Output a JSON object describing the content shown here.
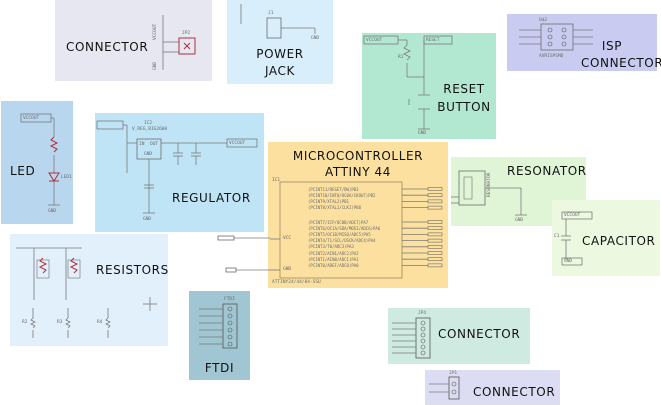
{
  "blocks": {
    "connector_top": {
      "line1": "CONNECTOR",
      "color": "#e6e7f0",
      "designator": "JP2",
      "pins": [
        "VCCOUT",
        "GND"
      ]
    },
    "power_jack": {
      "line1": "POWER",
      "line2": "JACK",
      "color": "#d8eefa",
      "designator": "J1",
      "pin": "GND"
    },
    "isp_connector": {
      "line1": "ISP",
      "line2": "CONNECTOR",
      "color": "#c9ccf0",
      "designator": "U$2",
      "part": "AVRISPSMD"
    },
    "reset_button": {
      "line1": "RESET",
      "line2": "BUTTON",
      "color": "#b2e8d2",
      "net_vcc": "VCCOUT",
      "net_reset": "RESET",
      "designator": "R1",
      "pin": "GND"
    },
    "led": {
      "line1": "LED",
      "color": "#b9d6ef",
      "net": "VCCOUT",
      "designator": "LED1",
      "pin": "GND"
    },
    "regulator": {
      "line1": "REGULATOR",
      "color": "#bfe4f5",
      "designator": "IC2",
      "part": "V_REG_BIG2600",
      "pin_in": "IN",
      "pin_out": "OUT",
      "pin_gnd": "GND",
      "net_out": "VCCOUT",
      "pin": "GND"
    },
    "microcontroller": {
      "line1": "MICROCONTROLLER",
      "line2": "ATTINY 44",
      "color": "#fbe0a0",
      "designator": "IC1",
      "part": "ATTINY24/44/84-SSU",
      "pins_vcc": "VCC",
      "pins_gnd": "GND",
      "pins_right": [
        "(PCINT11/RESET/DW)PB3",
        "(PCINT10/INT0/OC0A/CKOUT)PB2",
        "(PCINT9/XTAL2)PB1",
        "(PCINT8/XTAL1/CLKI)PB0",
        "(PCINT7/ICP/OC0B/ADC7)PA7",
        "(PCINT6/OC1A/SDA/MOSI/ADC6)PA6",
        "(PCINT5/OC1B/MISO/ADC5)PA5",
        "(PCINT4/T1/SCL/USCK/ADC4)PA4",
        "(PCINT3/T0/ADC3)PA3",
        "(PCINT2/AIN1/ADC2)PA2",
        "(PCINT1/AIN0/ADC1)PA1",
        "(PCINT0/AREF/ADC0)PA0"
      ]
    },
    "resonator": {
      "line1": "RESONATOR",
      "color": "#dff5d6",
      "part": "RESONATOR",
      "pin": "GND"
    },
    "capacitor": {
      "line1": "CAPACITOR",
      "color": "#ecf8e0",
      "net": "VCCOUT",
      "designator": "C1",
      "pin": "GND"
    },
    "resistors": {
      "line1": "RESISTORS",
      "color": "#e2f0fb",
      "designators": [
        "R2",
        "R3",
        "R4"
      ]
    },
    "ftdi": {
      "line1": "FTDI",
      "color": "#9fc6d2",
      "designator": "FTDI"
    },
    "connector_mid": {
      "line1": "CONNECTOR",
      "color": "#cfebe1",
      "designator": "JP4"
    },
    "connector_bot": {
      "line1": "CONNECTOR",
      "color": "#dcdcf2",
      "designator": "JP1"
    }
  }
}
